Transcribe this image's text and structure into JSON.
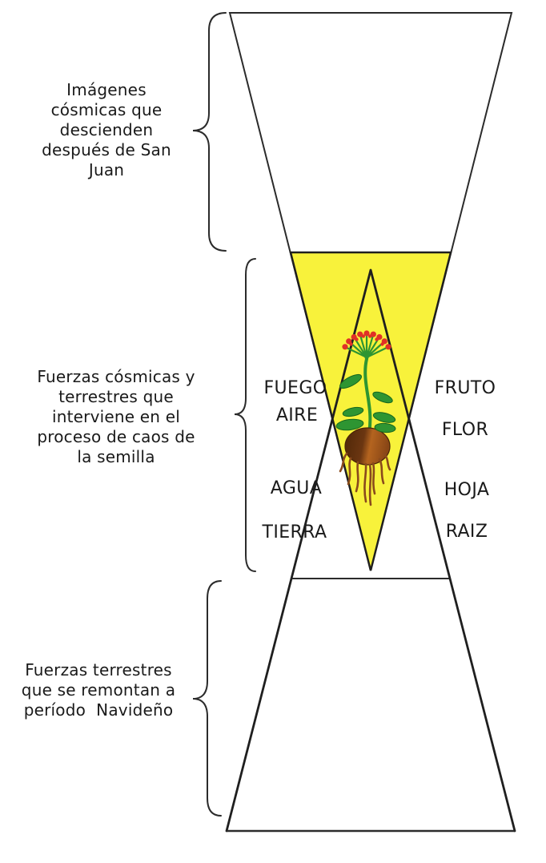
{
  "annotations": {
    "top": "Imágenes\ncósmicas que\ndescienden\ndespués de San\nJuan",
    "middle": "Fuerzas cósmicas y\nterrestres que\ninterviene en el\nproceso de caos de\nla semilla",
    "bottom": "Fuerzas terrestres\nque se remontan a\nperíodo  Navideño"
  },
  "elements_left": {
    "fuego": "FUEGO",
    "aire": "AIRE",
    "agua": "AGUA",
    "tierra": "TIERRA"
  },
  "elements_right": {
    "fruto": "FRUTO",
    "flor": "FLOR",
    "hoja": "HOJA",
    "raiz": "RAIZ"
  },
  "icons": {
    "plant": "seed-plant-illustration",
    "brace": "curly-brace"
  },
  "colors": {
    "triangle_fill": "#F8F23B",
    "outline": "#2b2b2b",
    "leaf_green": "#2E9532",
    "leaf_edge": "#17661D",
    "flower_red": "#E03127",
    "root_brown": "#8A4A1C",
    "bulb_dark": "#4F2708",
    "bulb_light": "#B4641F",
    "text": "#1a1a1a"
  }
}
